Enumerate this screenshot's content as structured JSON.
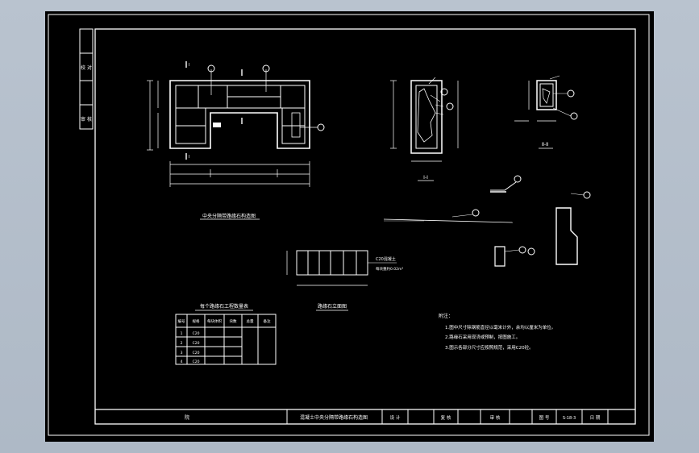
{
  "left_strip": {
    "cell1": "校 对",
    "cell2": "审 核"
  },
  "views": {
    "plan_title": "中央分隔带路缘石构造图",
    "section_1": "Ⅰ-Ⅰ",
    "section_2": "Ⅱ-Ⅱ",
    "front_title": "路缘石立面图",
    "front_note1": "C20混凝土",
    "front_note2": "每块重约0.02m³"
  },
  "table": {
    "title": "每个路缘石工程数量表",
    "headers": [
      "编号",
      "规格",
      "每块体积",
      "块数",
      "总量",
      "备注"
    ],
    "rows": [
      [
        "1",
        "C20",
        "",
        "",
        "",
        ""
      ],
      [
        "2",
        "C20",
        "",
        "",
        "",
        ""
      ],
      [
        "3",
        "C20",
        "",
        "",
        "",
        ""
      ],
      [
        "4",
        "C20",
        "",
        "",
        "",
        ""
      ]
    ]
  },
  "notes": {
    "heading": "附注：",
    "items": [
      "1.图中尺寸除钢筋直径以毫米计外，余均以厘米为单位。",
      "2.路缘石采用现浇或预制，按图施工。",
      "3.图示各部分尺寸应按照规范，采用C20砼。"
    ]
  },
  "title_block": {
    "field1": "院",
    "drawing_title": "混凝土中央分隔带路缘石构造图",
    "design": "设 计",
    "check": "复 核",
    "review": "审 核",
    "drawing_no_label": "图 号",
    "drawing_no": "S-18-3",
    "date": "日 期"
  }
}
